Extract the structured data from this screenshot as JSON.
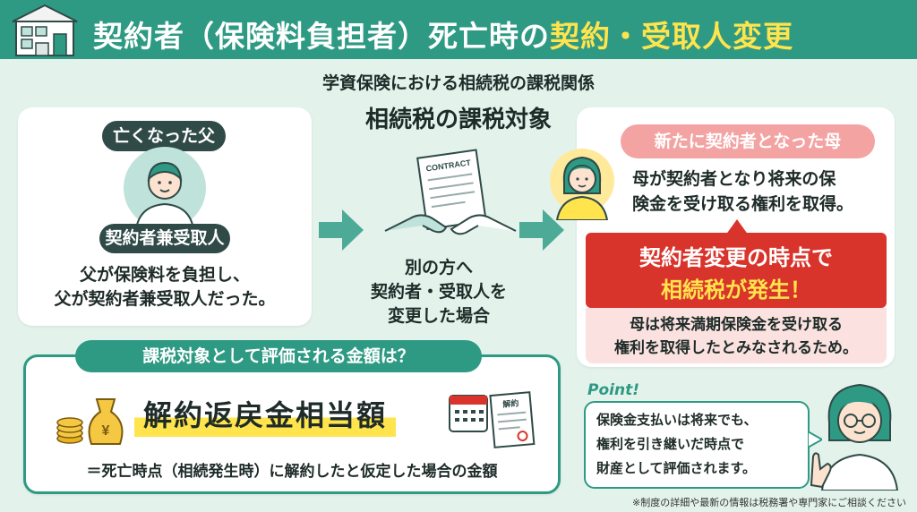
{
  "header": {
    "title_main": "契約者（保険料負担者）死亡時の",
    "title_highlight": "契約・受取人変更",
    "house_icon": "house-icon",
    "bg_color": "#2e9a83",
    "highlight_color": "#ffe44d"
  },
  "subheading": {
    "line1": "学資保険における相続税の課税関係",
    "line2": "相続税の課税対象"
  },
  "father_card": {
    "role_label": "亡くなった父",
    "role_badge": "契約者兼受取人",
    "description_lines": [
      "父が保険料を負担し、",
      "父が契約者兼受取人だった。"
    ]
  },
  "middle": {
    "contract_label": "CONTRACT",
    "description_lines": [
      "別の方へ",
      "契約者・受取人を",
      "変更した場合"
    ]
  },
  "mother_card": {
    "role_label": "新たに契約者となった母",
    "description_lines": [
      "母が契約者となり将来の保",
      "険金を受け取る権利を取得。"
    ],
    "alert_line1": "契約者変更の時点で",
    "alert_line2": "相続税が発生！",
    "reason_lines": [
      "母は将来満期保険金を受け取る",
      "権利を取得したとみなされるため。"
    ],
    "alert_color": "#d9342b"
  },
  "evaluation": {
    "question": "課税対象として評価される金額は？",
    "answer": "解約返戻金相当額",
    "doc_label": "解約",
    "coin_symbol": "¥",
    "footnote": "＝死亡時点（相続発生時）に解約したと仮定した場合の金額"
  },
  "point": {
    "tag": "Point!",
    "lines": [
      "保険金支払いは将来でも、",
      "権利を引き継いだ時点で",
      "財産として評価されます。"
    ]
  },
  "disclaimer": "※制度の詳細や最新の情報は税務署や専門家にご相談ください"
}
